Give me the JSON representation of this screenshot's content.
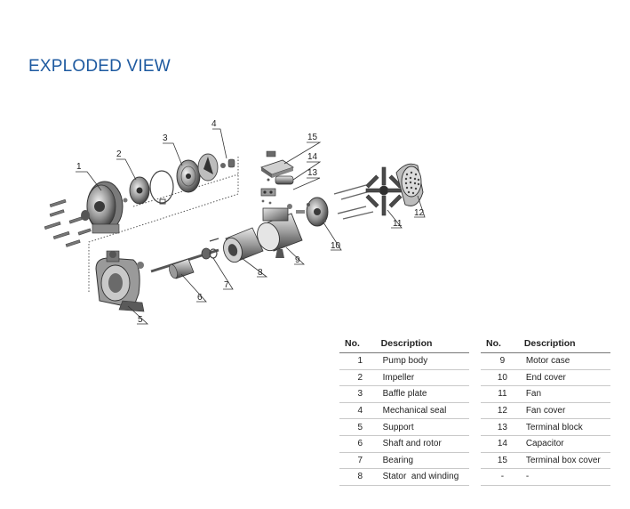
{
  "title": "EXPLODED VIEW",
  "callouts": [
    "1",
    "2",
    "3",
    "4",
    "5",
    "6",
    "7",
    "8",
    "9",
    "10",
    "11",
    "12",
    "13",
    "14",
    "15"
  ],
  "table": {
    "headers": {
      "no": "No.",
      "description": "Description"
    },
    "left": [
      {
        "no": "1",
        "description": "Pump body"
      },
      {
        "no": "2",
        "description": "Impeller"
      },
      {
        "no": "3",
        "description": "Baffle plate"
      },
      {
        "no": "4",
        "description": "Mechanical seal"
      },
      {
        "no": "5",
        "description": "Support"
      },
      {
        "no": "6",
        "description": "Shaft and rotor"
      },
      {
        "no": "7",
        "description": "Bearing"
      },
      {
        "no": "8",
        "description": "Stator  and winding"
      }
    ],
    "right": [
      {
        "no": "9",
        "description": "Motor case"
      },
      {
        "no": "10",
        "description": "End cover"
      },
      {
        "no": "11",
        "description": "Fan"
      },
      {
        "no": "12",
        "description": "Fan cover"
      },
      {
        "no": "13",
        "description": "Terminal block"
      },
      {
        "no": "14",
        "description": "Capacitor"
      },
      {
        "no": "15",
        "description": "Terminal box cover"
      },
      {
        "no": "-",
        "description": "-"
      }
    ]
  },
  "colors": {
    "title": "#1e5aa0",
    "part_dark": "#3a3a3a",
    "part_mid": "#8c8c8c",
    "part_light": "#d9d9d9",
    "leader": "#333333"
  }
}
